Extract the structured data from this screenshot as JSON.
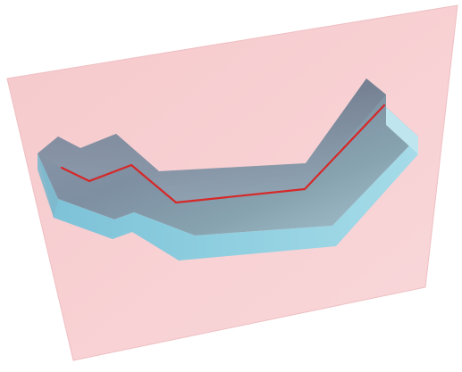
{
  "diagram": {
    "colors": {
      "background": "#ffffff",
      "plane_fill": "#f8d0d2",
      "plane_edge": "#f0b8bc",
      "channel_floor_light": "#a8c3cd",
      "channel_floor_dark": "#6f7f94",
      "channel_wall_top": "#9a9daf",
      "channel_front_face": "#8cc8db",
      "channel_end_face": "#b9e0ea",
      "path_line": "#d62828"
    },
    "elements": [
      "tilted-plane",
      "recessed-channel",
      "channel-front-face",
      "channel-end-face",
      "red-path-line"
    ]
  }
}
